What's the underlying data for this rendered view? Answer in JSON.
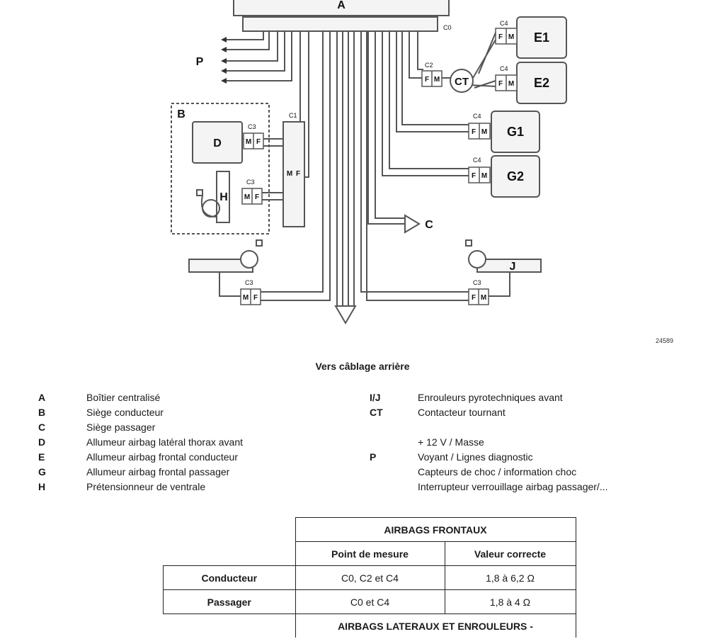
{
  "diagram": {
    "labels": {
      "A": "A",
      "B": "B",
      "C": "C",
      "D": "D",
      "H": "H",
      "J": "J",
      "P": "P",
      "E1": "E1",
      "E2": "E2",
      "G1": "G1",
      "G2": "G2",
      "CT": "CT",
      "C0": "C0",
      "C1": "C1",
      "C2": "C2",
      "C3": "C3",
      "C4": "C4",
      "M": "M",
      "F": "F"
    },
    "figure_id": "24589",
    "caption": "Vers câblage arrière"
  },
  "legend": {
    "left": [
      {
        "key": "A",
        "text": "Boîtier centralisé"
      },
      {
        "key": "B",
        "text": "Siège conducteur"
      },
      {
        "key": "C",
        "text": "Siège passager"
      },
      {
        "key": "D",
        "text": "Allumeur airbag latéral thorax avant"
      },
      {
        "key": "E",
        "text": "Allumeur airbag frontal conducteur"
      },
      {
        "key": "G",
        "text": "Allumeur airbag frontal passager"
      },
      {
        "key": "H",
        "text": "Prétensionneur de ventrale"
      }
    ],
    "right": [
      {
        "key": "I/J",
        "text": "Enrouleurs pyrotechniques avant"
      },
      {
        "key": "CT",
        "text": "Contacteur tournant"
      },
      {
        "key": "",
        "text": "+ 12 V / Masse"
      },
      {
        "key": "P",
        "text": "Voyant / Lignes diagnostic"
      },
      {
        "key": "",
        "text": "Capteurs de choc / information choc"
      },
      {
        "key": "",
        "text": "Interrupteur verrouillage airbag passager/..."
      }
    ]
  },
  "table": {
    "title1": "AIRBAGS FRONTAUX",
    "col1": "Point de mesure",
    "col2": "Valeur correcte",
    "rows": [
      {
        "label": "Conducteur",
        "point": "C0, C2 et C4",
        "value": "1,8 à 6,2 Ω"
      },
      {
        "label": "Passager",
        "point": "C0 et C4",
        "value": "1,8 à 4 Ω"
      }
    ],
    "title2": "AIRBAGS LATERAUX ET ENROULEURS -"
  },
  "colors": {
    "line": "#555555",
    "box_fill": "#f2f2f2",
    "text": "#111111"
  }
}
